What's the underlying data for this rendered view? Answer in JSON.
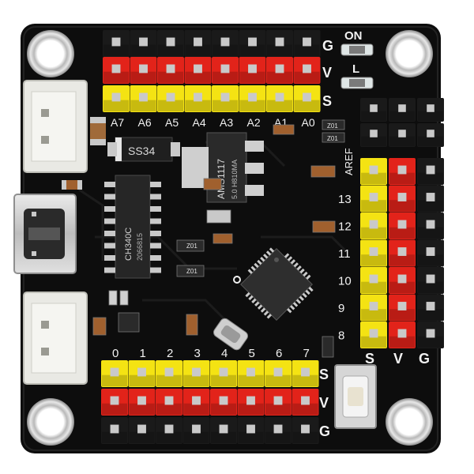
{
  "board": {
    "colors": {
      "pcb": "#0d0d0d",
      "pcb_edge": "#1b1b1b",
      "silkscreen": "#f2f2f2",
      "header_yellow": "#f4e313",
      "header_red": "#e2231a",
      "header_black": "#1a1a1a",
      "pin_metal": "#c9c9c9",
      "connector_white": "#e9e9e4",
      "usb_metal": "#cfcfcf",
      "chip_black": "#1f1f1f",
      "chip_gray": "#3a3a3a",
      "led": "#dfe6e6"
    },
    "analog_labels": [
      "A7",
      "A6",
      "A5",
      "A4",
      "A3",
      "A2",
      "A1",
      "A0"
    ],
    "digital_labels": [
      "0",
      "1",
      "2",
      "3",
      "4",
      "5",
      "6",
      "7"
    ],
    "right_pin_labels": [
      "13",
      "12",
      "11",
      "10",
      "9",
      "8"
    ],
    "aref_label": "AREF",
    "row_labels": {
      "top_g": "G",
      "top_v": "V",
      "top_s": "S",
      "bottom_s": "S",
      "bottom_v": "V",
      "bottom_g": "G",
      "right_s": "S",
      "right_v": "V",
      "right_g": "G"
    },
    "status_labels": {
      "on": "ON",
      "l": "L"
    },
    "chips": {
      "usb_serial_line1": "CH340C",
      "usb_serial_line2": "2066815",
      "regulator_line1": "AMS1117",
      "regulator_line2": "5.0 H810MA",
      "diode": "SS34",
      "resistor_code": "Z01"
    },
    "icons": [
      "mounting-hole-icon",
      "usb-port-icon",
      "reset-button-icon",
      "crystal-icon"
    ]
  }
}
